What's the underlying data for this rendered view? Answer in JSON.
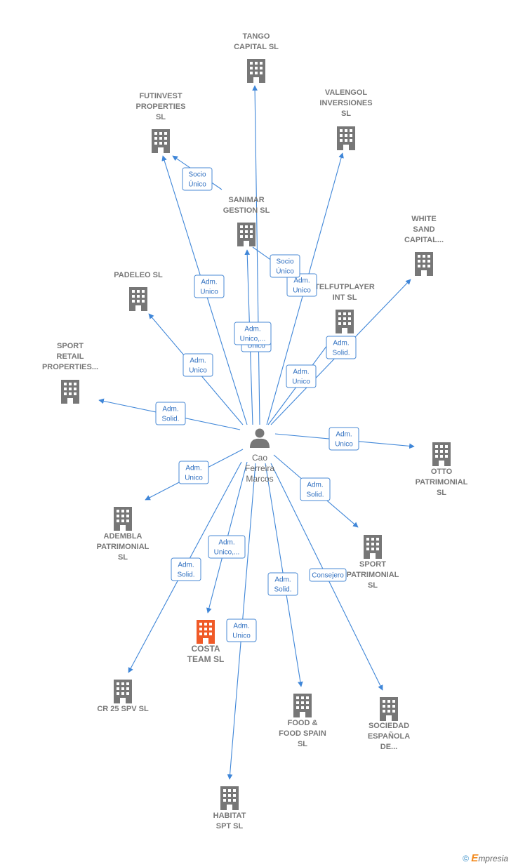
{
  "colors": {
    "edge": "#3f86d8",
    "building": "#777777",
    "highlight": "#f05a28",
    "person": "#777777"
  },
  "person": {
    "label": [
      "Cao",
      "Ferreira",
      "Marcos"
    ],
    "icon": "person-icon"
  },
  "companies": [
    {
      "id": "tango",
      "label": [
        "TANGO",
        "CAPITAL  SL"
      ]
    },
    {
      "id": "futinvest",
      "label": [
        "FUTINVEST",
        "PROPERTIES",
        "SL"
      ]
    },
    {
      "id": "valengol",
      "label": [
        "VALENGOL",
        "INVERSIONES",
        "SL"
      ]
    },
    {
      "id": "sanimar",
      "label": [
        "SANIMAR",
        "GESTION  SL"
      ]
    },
    {
      "id": "whitesand",
      "label": [
        "WHITE",
        "SAND",
        "CAPITAL..."
      ]
    },
    {
      "id": "padeleo",
      "label": [
        "PADELEO  SL"
      ]
    },
    {
      "id": "telfut",
      "label": [
        "TELFUTPLAYER",
        "INT  SL"
      ]
    },
    {
      "id": "sportretail",
      "label": [
        "SPORT",
        "RETAIL",
        "PROPERTIES..."
      ]
    },
    {
      "id": "otto",
      "label": [
        "OTTO",
        "PATRIMONIAL",
        "SL"
      ]
    },
    {
      "id": "adembla",
      "label": [
        "ADEMBLA",
        "PATRIMONIAL",
        "SL"
      ]
    },
    {
      "id": "sportpat",
      "label": [
        "SPORT",
        "PATRIMONIAL",
        "SL"
      ]
    },
    {
      "id": "costa",
      "label": [
        "COSTA",
        "TEAM  SL"
      ],
      "highlight": true
    },
    {
      "id": "cr25",
      "label": [
        "CR 25 SPV  SL"
      ]
    },
    {
      "id": "foodspain",
      "label": [
        "FOOD &",
        "FOOD SPAIN",
        "SL"
      ]
    },
    {
      "id": "sociedad",
      "label": [
        "SOCIEDAD",
        "ESPAÑOLA",
        "DE..."
      ]
    },
    {
      "id": "habitat",
      "label": [
        "HABITAT",
        "SPT  SL"
      ]
    }
  ],
  "edges": [
    {
      "to": "tango",
      "label": [
        "Adm.",
        "Unico"
      ]
    },
    {
      "to": "futinvest",
      "label": [
        "Adm.",
        "Unico"
      ]
    },
    {
      "to": "futinvest",
      "from": "sanimar",
      "label": [
        "Socio",
        "Único"
      ]
    },
    {
      "to": "valengol",
      "label": [
        "Adm.",
        "Unico"
      ]
    },
    {
      "to": "sanimar",
      "label": [
        "Adm.",
        "Unico,..."
      ]
    },
    {
      "to": "sanimar",
      "from": "sanimar",
      "label": [
        "Socio",
        "Único"
      ]
    },
    {
      "to": "whitesand",
      "label": [
        "Adm.",
        "Solid."
      ]
    },
    {
      "to": "padeleo",
      "label": [
        "Adm.",
        "Unico"
      ]
    },
    {
      "to": "telfut",
      "label": [
        "Adm.",
        "Unico"
      ]
    },
    {
      "to": "sportretail",
      "label": [
        "Adm.",
        "Solid."
      ]
    },
    {
      "to": "otto",
      "label": [
        "Adm.",
        "Unico"
      ]
    },
    {
      "to": "adembla",
      "label": [
        "Adm.",
        "Unico"
      ]
    },
    {
      "to": "sportpat",
      "label": [
        "Adm.",
        "Solid."
      ]
    },
    {
      "to": "costa",
      "label": [
        "Adm.",
        "Unico,..."
      ]
    },
    {
      "to": "cr25",
      "label": [
        "Adm.",
        "Solid."
      ]
    },
    {
      "to": "foodspain",
      "label": [
        "Adm.",
        "Solid."
      ]
    },
    {
      "to": "sociedad",
      "label": [
        "Consejero"
      ]
    },
    {
      "to": "habitat",
      "label": [
        "Adm.",
        "Unico"
      ]
    }
  ],
  "footer": {
    "copyright": "©",
    "brand_e": "E",
    "brand_rest": "mpresia"
  }
}
